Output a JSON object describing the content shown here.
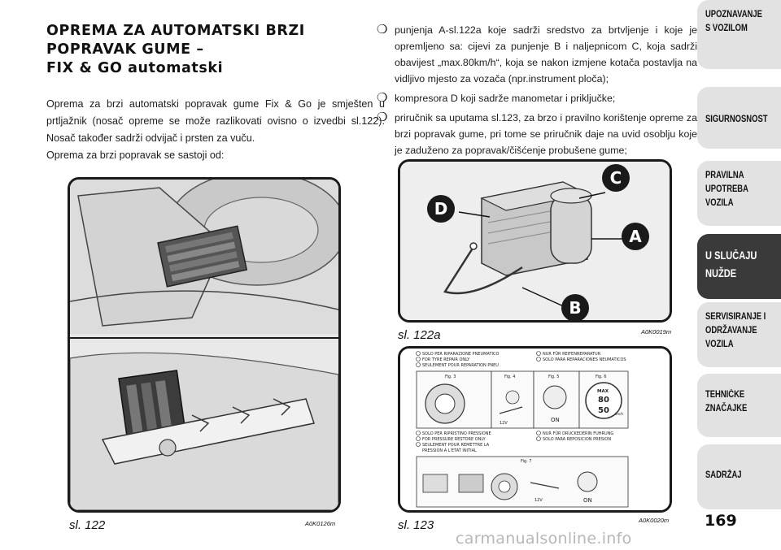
{
  "section": {
    "title_lines": [
      "OPREMA ZA AUTOMATSKI BRZI",
      "POPRAVAK GUME –",
      "FIX & GO automatski"
    ],
    "paragraph1": "Oprema za brzi automatski popravak gume Fix & Go je smješten u prtljažnik (nosač opreme se može razlikovati ovisno o izvedbi sl.122). Nosač također sadrži odvijač i prsten za vuču.",
    "paragraph2": "Oprema za brzi popravak se sastoji od:"
  },
  "bullet_marker": "❍",
  "bullets": [
    "punjenja A-sl.122a koje sadrži sredstvo za brtvljenje i koje je opremljeno sa: cijevi za punjenje B i naljepnicom C, koja sadrži obavijest „max.80km/h“, koja se nakon izmjene kotača postavlja na vidljivo mjesto za vozača (npr.instrument ploča);",
    "kompresora D koji sadrže manometar i priključke;",
    "priručnik sa uputama sl.123, za brzo i pravilno korištenje opreme za brzi popravak gume, pri tome se priručnik daje na uvid osoblju koje je zaduženo za popravak/čišćenje probušene gume;"
  ],
  "figures": {
    "fig122": {
      "caption": "sl. 122",
      "code": "A0K0126m"
    },
    "fig122a": {
      "caption": "sl. 122a",
      "code": "A0K0019m",
      "labels": {
        "a": "A",
        "b": "B",
        "c": "C",
        "d": "D"
      }
    },
    "fig123": {
      "caption": "sl. 123",
      "code": "A0K0020m",
      "rows_top_left": [
        "SOLO PER RIPARAZIONE PNEUMATICO",
        "FOR TYRE REPAIR ONLY",
        "SEULEMENT POUR REPARATION PNEU"
      ],
      "rows_top_right": [
        "NUR FÜR REIFENREPARATUR",
        "SOLO PARA REPARACIONES NEUMATICOS"
      ],
      "fig_labels": [
        "Fig. 3",
        "Fig. 4",
        "Fig. 5",
        "Fig. 6",
        "Fig. 7"
      ],
      "rows_mid_left": [
        "SOLO PER RIPRISTINO PRESSIONE",
        "FOR PRESSURE RESTORE ONLY",
        "SEULEMENT POUR REMETTRE LA",
        "PRESSION A L'ETAT INITIAL"
      ],
      "rows_mid_right": [
        "NUR FÜR DRUCKEDERIN FUHRUNG",
        "SOLO PARA REPOSICION PRESION"
      ],
      "on_label": "ON",
      "max_badge": [
        "MAX",
        "80",
        "50",
        "km/h"
      ],
      "volt_label": "12V"
    }
  },
  "page_number": "169",
  "sidebar": {
    "tabs": [
      {
        "label": "UPOZNAVANJE\nS VOZILOM",
        "active": false
      },
      {
        "label": "SIGURNOSNOST",
        "active": false
      },
      {
        "label": "PRAVILNA\nUPOTREBA\nVOZILA",
        "active": false
      },
      {
        "label": "U SLUČAJU\nNUŽDE",
        "active": true
      },
      {
        "label": "SERVISIRANJE I\nODRŽAVANJE\nVOZILA",
        "active": false
      },
      {
        "label": "TEHNIČKE\nZNAČAJKE",
        "active": false
      },
      {
        "label": "SADRŽAJ",
        "active": false
      }
    ]
  },
  "watermark": "carmanualsonline.info"
}
